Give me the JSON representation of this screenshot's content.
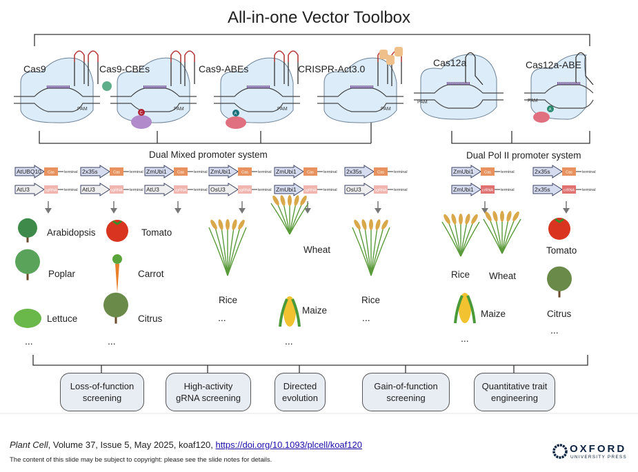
{
  "title": "All-in-one Vector Toolbox",
  "enzymes": [
    "Cas9",
    "Cas9-CBEs",
    "Cas9-ABEs",
    "CRISPR-Act3.0",
    "Cas12a",
    "Cas12a-ABE"
  ],
  "enzyme_marks": {
    "pam": "PAM",
    "cbe_base": "C",
    "abe_base": "A"
  },
  "systems": {
    "mixed": "Dual Mixed promoter system",
    "pol2": "Dual Pol II promoter system"
  },
  "constructs": [
    {
      "cas_promoter": "AtUBQ10",
      "guide_promoter": "AtU3",
      "cas": "Cas",
      "guide": "sgRNA",
      "terminal": "terminal"
    },
    {
      "cas_promoter": "2x35s",
      "guide_promoter": "AtU3",
      "cas": "Cas",
      "guide": "sgRNA",
      "terminal": "terminal"
    },
    {
      "cas_promoter": "ZmUbi1",
      "guide_promoter": "AtU3",
      "cas": "Cas",
      "guide": "sgRNA",
      "terminal": "terminal"
    },
    {
      "cas_promoter": "ZmUbi1",
      "guide_promoter": "OsU3",
      "cas": "Cas",
      "guide": "sgRNA",
      "terminal": "terminal"
    },
    {
      "cas_promoter": "ZmUbi1",
      "guide_promoter": "ZmUbi1",
      "cas": "Cas",
      "guide": "sgRNA",
      "terminal": "terminal"
    },
    {
      "cas_promoter": "2x35s",
      "guide_promoter": "OsU3",
      "cas": "Cas",
      "guide": "sgRNA",
      "terminal": "terminal"
    },
    {
      "cas_promoter": "ZmUbi1",
      "guide_promoter": "ZmUbi1",
      "cas": "Cas",
      "guide": "crRNA",
      "terminal": "terminal"
    },
    {
      "cas_promoter": "2x35s",
      "guide_promoter": "2x35s",
      "cas": "Cas",
      "guide": "crRNA",
      "terminal": "terminal"
    }
  ],
  "plants": [
    "Arabidopsis",
    "Tomato",
    "Poplar",
    "Carrot",
    "Lettuce",
    "Citrus",
    "Rice",
    "Wheat",
    "Maize",
    "Rice",
    "Rice",
    "Wheat",
    "Maize",
    "Tomato",
    "Citrus"
  ],
  "ellipsis": "...",
  "applications": [
    "Loss-of-function\nscreening",
    "High-activity\ngRNA screening",
    "Directed\nevolution",
    "Gain-of-function\nscreening",
    "Quantitative trait\nengineering"
  ],
  "footer": {
    "journal": "Plant Cell",
    "citation": ", Volume 37, Issue 5, May 2025, koaf120, ",
    "doi": "https://doi.org/10.1093/plcell/koaf120",
    "copyright": "The content of this slide may be subject to copyright: please see the slide notes for details.",
    "publisher": "OXFORD",
    "publisher_sub": "UNIVERSITY PRESS"
  },
  "colors": {
    "cas": "#e8935f",
    "sgRNA": "#f0b5ae",
    "crRNA": "#e07272",
    "promoter_pol2": "#d6dcf0",
    "promoter_pol3": "#efefef",
    "cell": "#dcecf8",
    "box": "#e8ecf3",
    "dna": "#5b2c83"
  }
}
